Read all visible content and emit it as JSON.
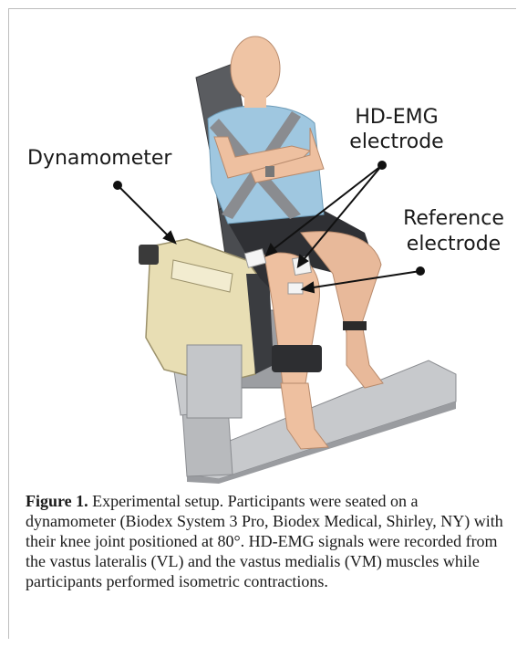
{
  "figure": {
    "labels": {
      "dynamometer": "Dynamometer",
      "hdemg_line1": "HD-EMG",
      "hdemg_line2": "electrode",
      "reference_line1": "Reference",
      "reference_line2": "electrode"
    },
    "caption": {
      "label": "Figure 1.",
      "text": " Experimental setup. Participants were seated on a dynamometer (Biodex System 3 Pro, Biodex Medical, Shirley, NY) with their knee joint positioned at 80°. HD-EMG signals were recorded from the vastus lateralis (VL) and the vastus medialis (VM) muscles while participants performed isometric contractions."
    }
  }
}
